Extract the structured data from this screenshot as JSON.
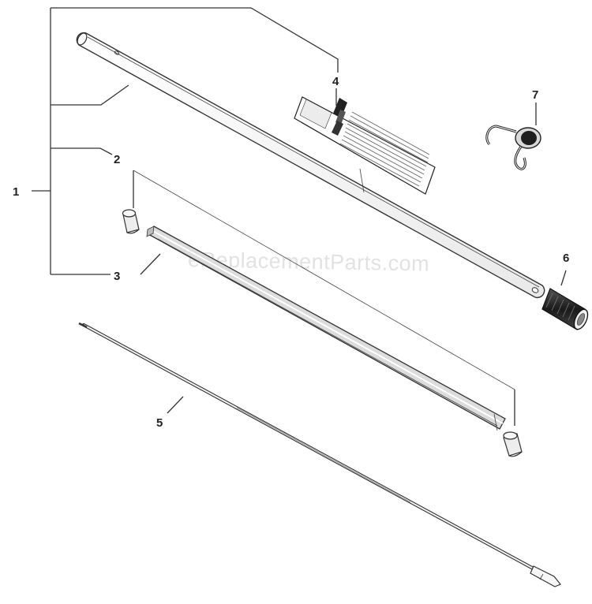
{
  "watermark": "eReplacementParts.com",
  "callouts": {
    "c1": "1",
    "c2": "2",
    "c3": "3",
    "c4": "4",
    "c5": "5",
    "c6": "6",
    "c7": "7"
  },
  "parts": [
    {
      "ref": "1",
      "icon": "assembly-bracket"
    },
    {
      "ref": "2",
      "icon": "bushing-icon"
    },
    {
      "ref": "3",
      "icon": "shaft-liner-icon"
    },
    {
      "ref": "4",
      "icon": "warning-label-icon"
    },
    {
      "ref": "5",
      "icon": "drive-shaft-icon"
    },
    {
      "ref": "6",
      "icon": "grip-icon"
    },
    {
      "ref": "7",
      "icon": "hanger-hook-icon"
    }
  ],
  "colors": {
    "line": "#333333",
    "tube_fill": "#f7f7f7",
    "grip_fill": "#2b2b2b",
    "watermark": "#e2e2e2"
  }
}
